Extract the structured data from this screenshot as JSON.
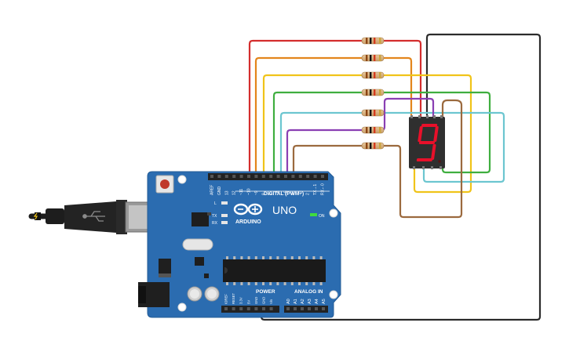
{
  "board": {
    "brand": "ARDUINO",
    "model": "UNO",
    "digital_header": "DIGITAL (PWM~)",
    "power_header": "POWER",
    "analog_header": "ANALOG IN",
    "on_led": "ON",
    "led_l": "L",
    "led_tx": "TX",
    "led_rx": "RX",
    "top_pins": [
      "AREF",
      "GND",
      "13",
      "12",
      "~11",
      "~10",
      "~9",
      "8",
      "7",
      "~6",
      "~5",
      "4",
      "~3",
      "2",
      "TX→1",
      "RX←0"
    ],
    "power_pins": [
      "IOREF",
      "RESET",
      "3.3V",
      "5V",
      "GND",
      "GND",
      "Vin"
    ],
    "analog_pins": [
      "A0",
      "A1",
      "A2",
      "A3",
      "A4",
      "A5"
    ]
  },
  "display": {
    "digit": "9",
    "segment_color": "#e8102a"
  },
  "wire_colors": {
    "red": "#d42d2d",
    "orange": "#e3851c",
    "yellow": "#f0c419",
    "green": "#3fae3f",
    "cyan": "#6cc6d0",
    "purple": "#8a3fb3",
    "brown": "#9b6a3e",
    "black": "#2b2b2b"
  }
}
